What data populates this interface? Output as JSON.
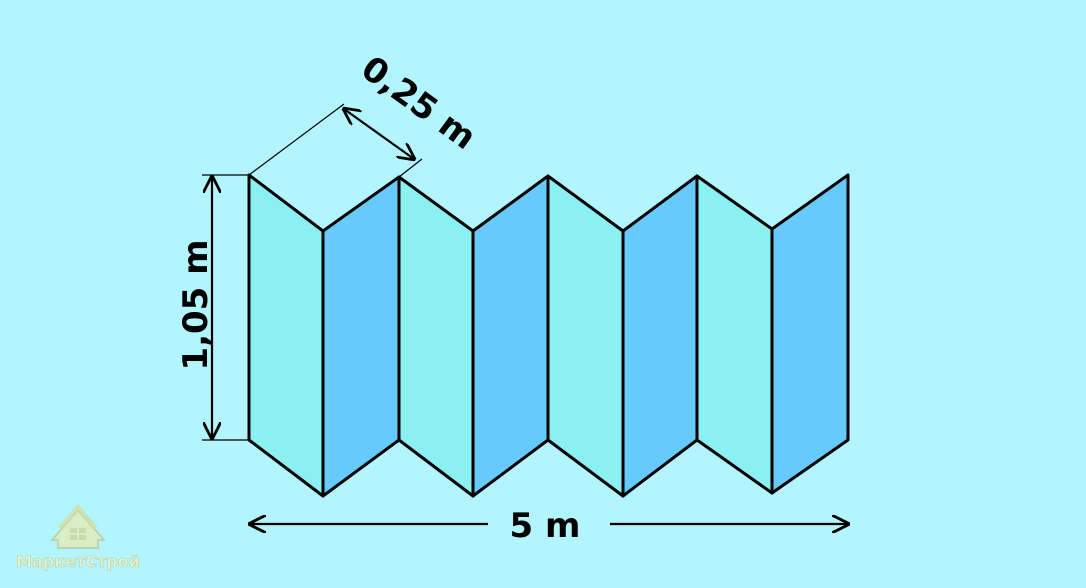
{
  "diagram": {
    "panel_colors": [
      "#8bf0f2",
      "#66cbfc"
    ],
    "labels": {
      "width": "0,25 m",
      "height": "1,05 m",
      "length": "5 m"
    },
    "logo": {
      "text": "МаркетСтрой"
    }
  }
}
